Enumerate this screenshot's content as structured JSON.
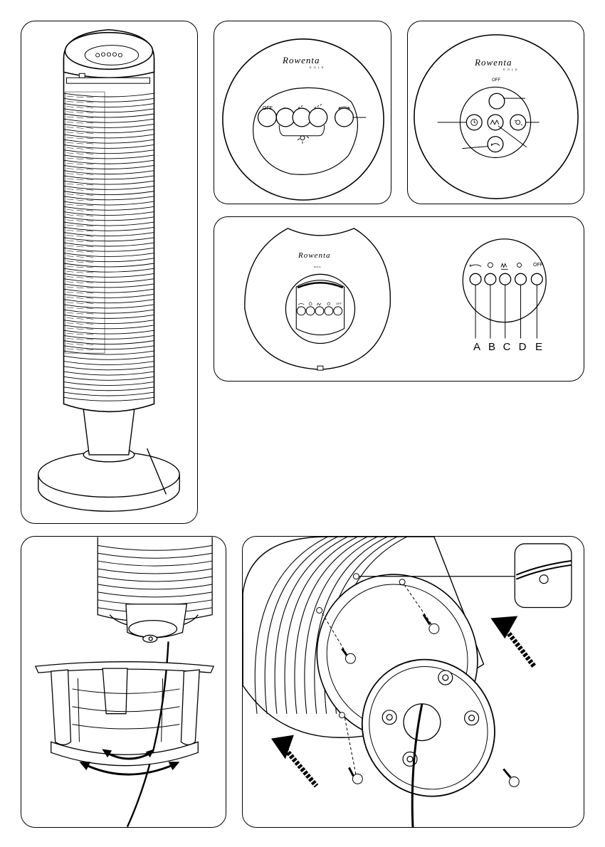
{
  "brand": {
    "name": "Rowenta",
    "subline": "EOLE"
  },
  "buttons": {
    "off_label": "OFF"
  },
  "remote_panel": {
    "model_text": "EOLE"
  },
  "button_letters": [
    "A",
    "B",
    "C",
    "D",
    "E"
  ],
  "icons": [
    "tower-fan",
    "oscillation-icon",
    "timer-icon",
    "wave-mode-icon",
    "fan-speed-icon",
    "arrow-icon",
    "screw-icon",
    "cord"
  ],
  "colors": {
    "line": "#000000",
    "background": "#ffffff"
  }
}
